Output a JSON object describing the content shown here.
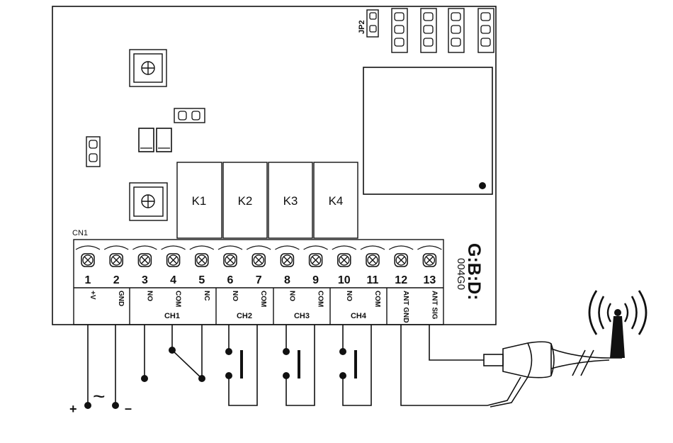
{
  "board": {
    "jumper_label": "JP2",
    "connector_label": "CN1",
    "logo": "G:B:D:",
    "model": "004G0"
  },
  "relays": [
    "K1",
    "K2",
    "K3",
    "K4"
  ],
  "terminals": [
    {
      "number": "1",
      "label": "+V"
    },
    {
      "number": "2",
      "label": "GND"
    },
    {
      "number": "3",
      "label": "NO"
    },
    {
      "number": "4",
      "label": "COM"
    },
    {
      "number": "5",
      "label": "NC"
    },
    {
      "number": "6",
      "label": "NO"
    },
    {
      "number": "7",
      "label": "COM"
    },
    {
      "number": "8",
      "label": "NO"
    },
    {
      "number": "9",
      "label": "COM"
    },
    {
      "number": "10",
      "label": "NO"
    },
    {
      "number": "11",
      "label": "COM"
    },
    {
      "number": "12",
      "label": "ANT GND"
    },
    {
      "number": "13",
      "label": "ANT SIG"
    }
  ],
  "channels": [
    "CH1",
    "CH2",
    "CH3",
    "CH4"
  ],
  "power": {
    "plus": "+",
    "ac": "~",
    "minus": "–"
  }
}
